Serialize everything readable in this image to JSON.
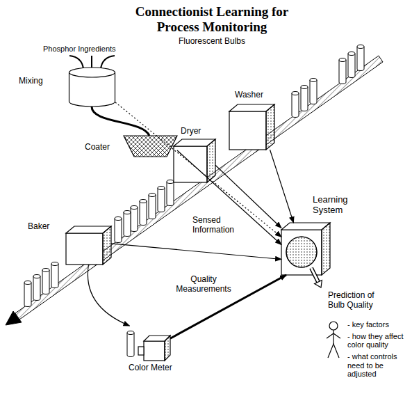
{
  "diagram": {
    "title": "Connectionist Learning for Process Monitoring",
    "nodes": [
      {
        "text": [
          "Mixing"
        ]
      },
      {
        "text": [
          "Washer"
        ]
      },
      {
        "text": [
          "Dryer"
        ]
      },
      {
        "text": [
          "Coater"
        ]
      },
      {
        "text": [
          "Baker"
        ]
      },
      {
        "text": [
          "Learning System"
        ]
      },
      {
        "text": [
          "Color Meter"
        ]
      }
    ],
    "edges": [
      {
        "from": 0,
        "to": 5,
        "arrow": "to"
      },
      {
        "from": 1,
        "to": 5,
        "arrow": "to"
      },
      {
        "from": 2,
        "to": 5,
        "arrow": "to"
      },
      {
        "from": 3,
        "to": 5,
        "arrow": "to"
      },
      {
        "from": 4,
        "to": 5,
        "arrow": "to"
      },
      {
        "from": 4,
        "to": 6,
        "arrow": "to"
      },
      {
        "from": 6,
        "to": 5,
        "label": "Quality Measurements",
        "arrow": "to"
      }
    ],
    "labels": [
      "Fluorescent Bulbs",
      "Phosphor Ingredients",
      "Sensed Information",
      "Prediction of Bulb Quality",
      "- key factors",
      "- how they affect color quality",
      "- what controls need to be adjusted"
    ]
  }
}
